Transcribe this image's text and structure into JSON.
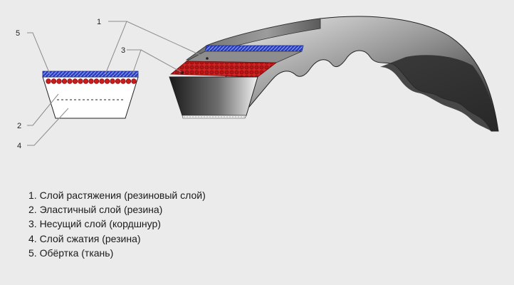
{
  "callouts": [
    "1",
    "2",
    "3",
    "4",
    "5"
  ],
  "legend": [
    "1. Слой растяжения (резиновый слой)",
    "2. Эластичный слой (резина)",
    "3. Несущий слой (кордшнур)",
    "4. Слой сжатия (резина)",
    "5. Обёртка (ткань)"
  ],
  "colors": {
    "background": "#ebebeb",
    "wrapper_fabric": "#2a3fbf",
    "cord_layer": "#c81e1e",
    "cord_strand": "#8a1010",
    "rubber_light": "#ffffff",
    "belt_body_dark": "#1e1e1e",
    "leader_line": "#8c8c8c"
  }
}
